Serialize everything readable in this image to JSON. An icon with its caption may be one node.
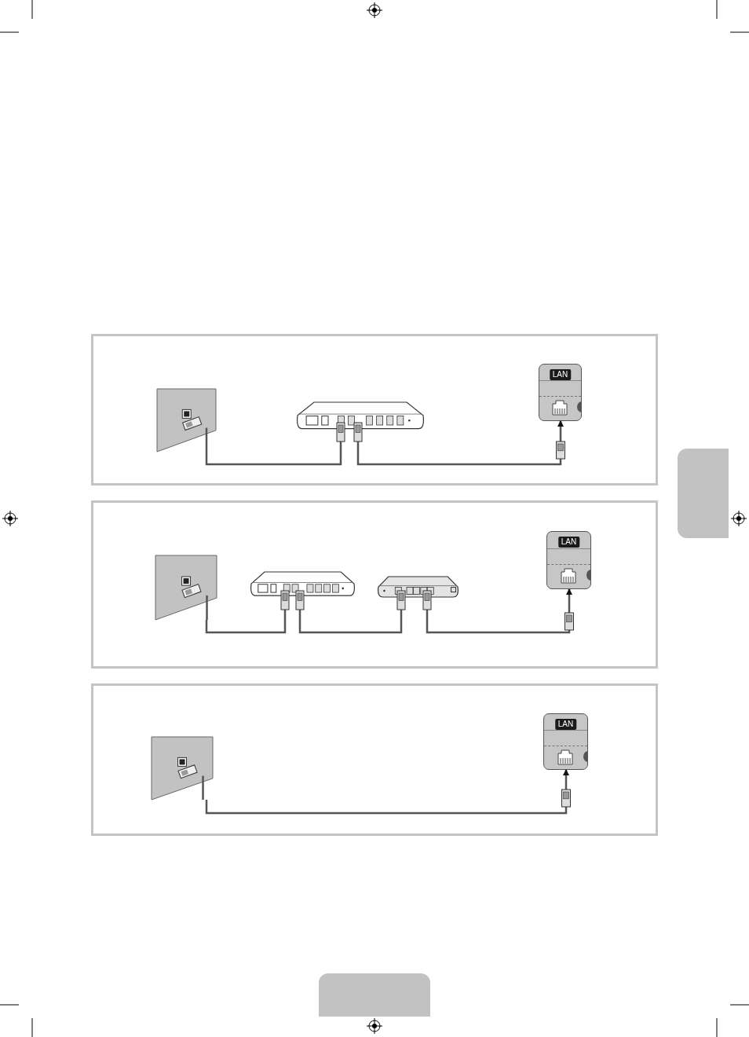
{
  "diagram": {
    "nodes": [
      {
        "text": [],
        "shape": "box"
      },
      {
        "text": [],
        "shape": "picture",
        "in": 0
      },
      {
        "text": [],
        "shape": "picture",
        "in": 0
      },
      {
        "text": [
          "LAN"
        ],
        "in": 0
      },
      {
        "text": [],
        "shape": "box"
      },
      {
        "text": [],
        "shape": "picture",
        "in": 4
      },
      {
        "text": [],
        "shape": "picture",
        "in": 4
      },
      {
        "text": [],
        "shape": "picture",
        "in": 4
      },
      {
        "text": [
          "LAN"
        ],
        "in": 4
      },
      {
        "text": [],
        "shape": "box"
      },
      {
        "text": [],
        "shape": "picture",
        "in": 9
      },
      {
        "text": [
          "LAN"
        ],
        "in": 9
      },
      {
        "text": [],
        "shape": "box"
      },
      {
        "text": [],
        "shape": "box"
      }
    ],
    "edges": [
      {
        "from": 1,
        "to": 2,
        "arrow": "none"
      },
      {
        "from": 2,
        "to": 3,
        "arrow": "to"
      },
      {
        "from": 5,
        "to": 6,
        "arrow": "none"
      },
      {
        "from": 6,
        "to": 7,
        "arrow": "none"
      },
      {
        "from": 7,
        "to": 8,
        "arrow": "to"
      },
      {
        "from": 10,
        "to": 11,
        "arrow": "to"
      }
    ]
  }
}
